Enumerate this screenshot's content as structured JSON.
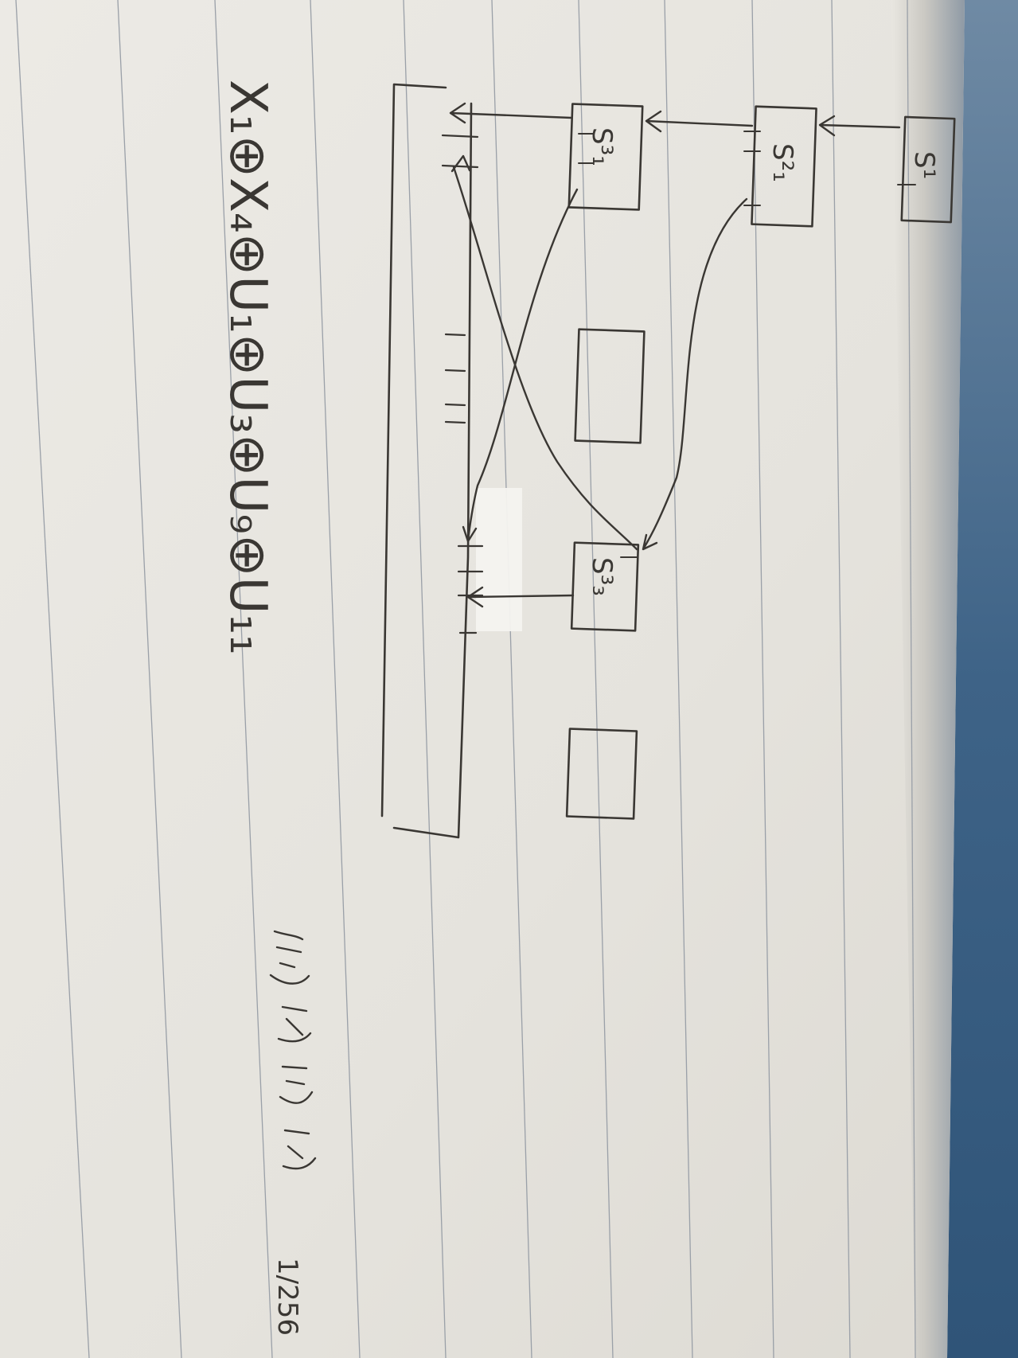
{
  "scene": {
    "description_kind": "photo-of-notebook-page",
    "rotation_degrees": 90,
    "colors": {
      "paper": "#e8e6e0",
      "paper_shadow": "#cfcdc6",
      "rule_line": "#9aa0a8",
      "ink": "#3a3733",
      "background_right": "#4a6f92",
      "tape_patch": "#f4f3ef"
    }
  },
  "diagram": {
    "box_labels": [
      "S¹",
      "S²₁",
      "S³₁",
      "S³₃"
    ],
    "formula": "X₁⊕X₄⊕U₁⊕U₃⊕U₉⊕U₁₁",
    "note_top": "",
    "note_bottom": "1/256"
  }
}
